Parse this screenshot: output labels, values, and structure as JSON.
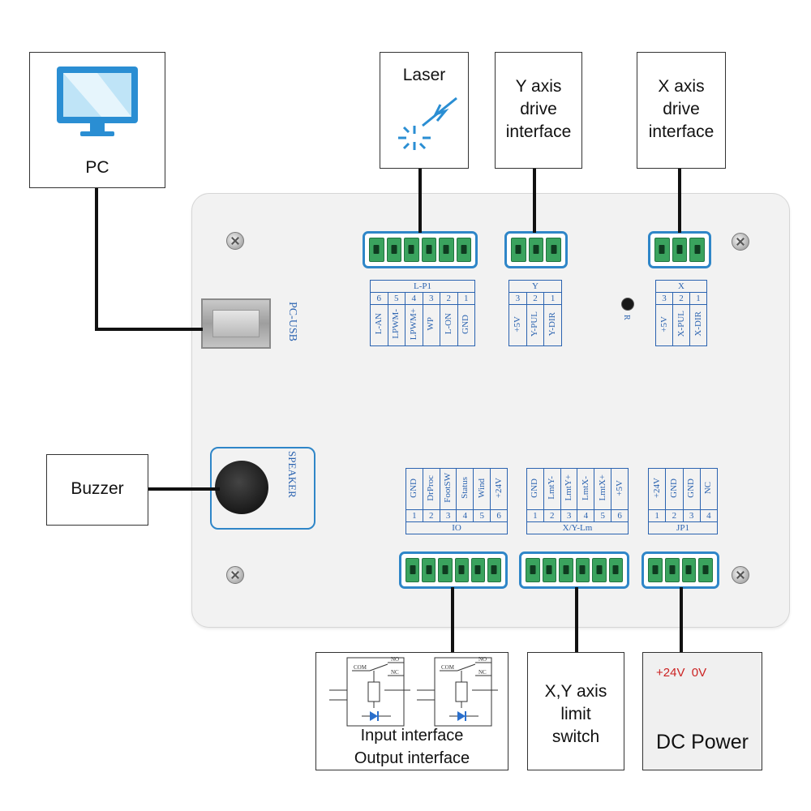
{
  "labels": {
    "pc": "PC",
    "laser": "Laser",
    "y_axis": [
      "Y axis",
      "drive",
      "interface"
    ],
    "x_axis": [
      "X axis",
      "drive",
      "interface"
    ],
    "buzzer": "Buzzer",
    "io_box": [
      "Input interface",
      "Output interface"
    ],
    "limit": [
      "X,Y axis",
      "limit",
      "switch"
    ],
    "dc_voltage": "+24V  0V",
    "dc_power": "DC Power"
  },
  "board": {
    "usb_label": "PC-USB",
    "speaker_label": "SPEAKER",
    "led_label": "R",
    "relay_labels": {
      "com": "COM",
      "no": "NO",
      "nc": "NC"
    },
    "lp1": {
      "title": "L-P1",
      "numbers": [
        "6",
        "5",
        "4",
        "3",
        "2",
        "1"
      ],
      "signals": [
        "L-AN",
        "LPWM-",
        "LPWM+",
        "WP",
        "L-ON",
        "GND"
      ]
    },
    "y": {
      "title": "Y",
      "numbers": [
        "3",
        "2",
        "1"
      ],
      "signals": [
        "+5V",
        "Y-PUL",
        "Y-DIR"
      ]
    },
    "x": {
      "title": "X",
      "numbers": [
        "3",
        "2",
        "1"
      ],
      "signals": [
        "+5V",
        "X-PUL",
        "X-DIR"
      ]
    },
    "io": {
      "title": "IO",
      "numbers": [
        "1",
        "2",
        "3",
        "4",
        "5",
        "6"
      ],
      "signals": [
        "GND",
        "DrProc",
        "FootSW",
        "Status",
        "Wind",
        "+24V"
      ]
    },
    "xy_lm": {
      "title": "X/Y-Lm",
      "numbers": [
        "1",
        "2",
        "3",
        "4",
        "5",
        "6"
      ],
      "signals": [
        "GND",
        "LmtY-",
        "LmtY+",
        "LmtX-",
        "LmtX+",
        "+5V"
      ]
    },
    "jp1": {
      "title": "JP1",
      "numbers": [
        "1",
        "2",
        "3",
        "4"
      ],
      "signals": [
        "+24V",
        "GND",
        "GND",
        "NC"
      ]
    }
  },
  "colors": {
    "accent_blue": "#2b63b0",
    "connector_green": "#3aa35e",
    "voltage_red": "#cc2222"
  }
}
